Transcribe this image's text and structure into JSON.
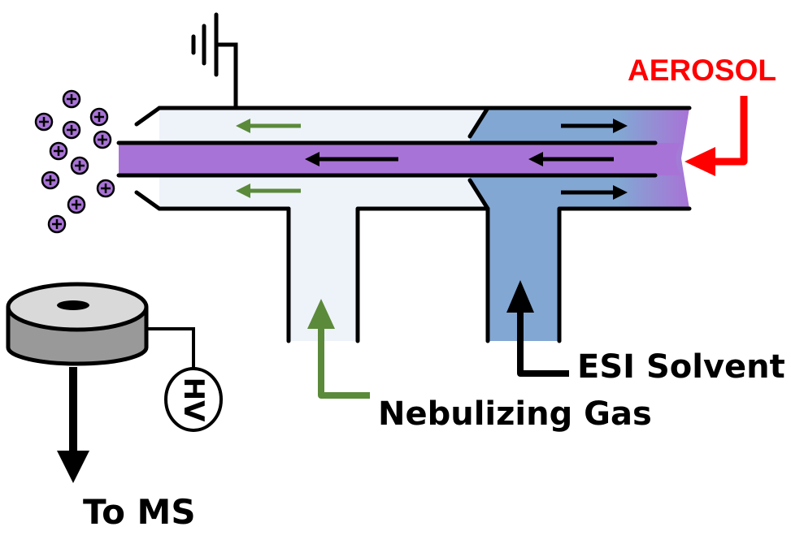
{
  "labels": {
    "aerosol": "AEROSOL",
    "esi_solvent": "ESI Solvent",
    "nebulizing_gas": "Nebulizing Gas",
    "to_ms": "To MS",
    "hv": "HV"
  },
  "ion_symbol": "+",
  "colors": {
    "aerosol": "#ff0000",
    "aerosol_flow": "#a873d6",
    "esi_solvent": "#82a7d3",
    "nebulizing_gas": "#eef3fa",
    "gas_arrow": "#5b8a3a",
    "solvent_arrow": "#000000",
    "outline": "#000000",
    "inlet": "#999999",
    "inlet_top": "#d9d9d9"
  }
}
